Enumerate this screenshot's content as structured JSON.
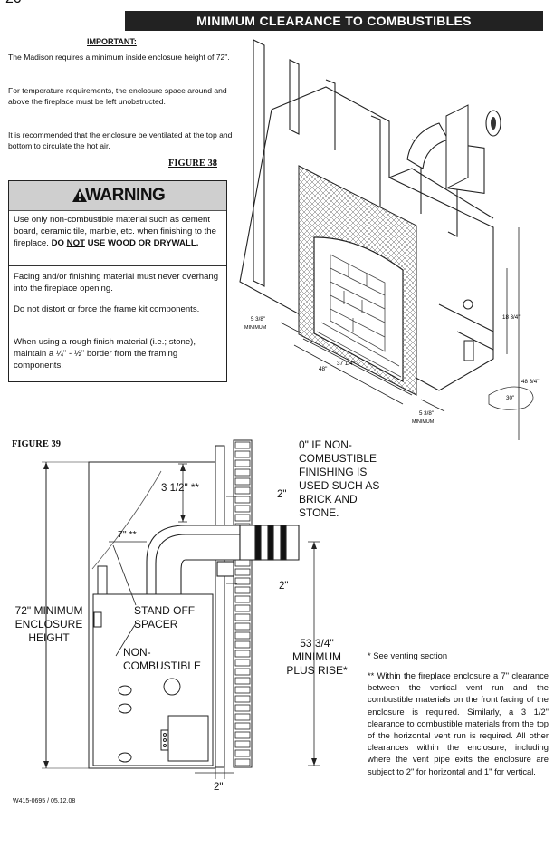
{
  "page_number": "20",
  "title": "MINIMUM CLEARANCE TO COMBUSTIBLES",
  "important": {
    "heading": "IMPORTANT:",
    "paragraphs": [
      "The Madison requires a minimum inside enclosure height of 72\".",
      "For temperature requirements, the enclosure space around and above the fireplace must be left unobstructed.",
      "It is recommended that the enclosure be ventilated at the top and bottom to circulate the hot air."
    ]
  },
  "figure38": {
    "label": "FIGURE 38",
    "dim_side_left": "5 3/8\"",
    "dim_side_left_sub": "MINIMUM",
    "dim_width_48": "48\"",
    "dim_width_37": "37 1/4\"",
    "dim_side_right": "5 3/8\"",
    "dim_side_right_sub": "MINIMUM",
    "dim_height_18": "18 3/4\"",
    "dim_height_48": "48 3/4\"",
    "dim_30": "30\""
  },
  "warning": {
    "title": "WARNING",
    "p1_text": "Use only non-combustible material such as cement board, ceramic tile, marble, etc. when finishing to the fireplace.",
    "p1_bold_a": "DO",
    "p1_bold_not": "NOT",
    "p1_bold_b": "USE WOOD OR DRYWALL.",
    "p2": "Facing and/or finishing material must never overhang into the fireplace opening.",
    "p3": "Do not distort or force the frame kit components.",
    "p4": "When using a rough finish material (i.e.; stone), maintain a ¼\" - ½\" border from the framing components."
  },
  "figure39": {
    "label": "FIGURE 39",
    "dim_3_5": "3 1/2\" **",
    "dim_2_top": "2\"",
    "dim_7": "7\" **",
    "dim_2_mid": "2\"",
    "dim_2_bottom": "2\"",
    "noncomb_callout": "0\" IF NON-COMBUSTIBLE FINISHING IS USED SUCH AS BRICK AND STONE.",
    "enclosure_label": "72\" MINIMUM ENCLOSURE HEIGHT",
    "standoff_label": "STAND OFF SPACER",
    "noncomb_label": "NON-COMBUSTIBLE",
    "dim_53": "53 3/4\" MINIMUM PLUS RISE*"
  },
  "notes": {
    "n1": "* See venting section",
    "n2": "** Within the fireplace enclosure a 7\" clearance between the vertical vent run and the combustible materials on the front facing of the enclosure is required. Similarly, a 3 1/2\" clearance to combustible materials from the top of the horizontal vent run is required. All other clearances within the enclosure, including where the vent pipe exits the enclosure are subject to 2\" for horizontal and 1\" for vertical."
  },
  "footer": "W415-0695 / 05.12.08"
}
